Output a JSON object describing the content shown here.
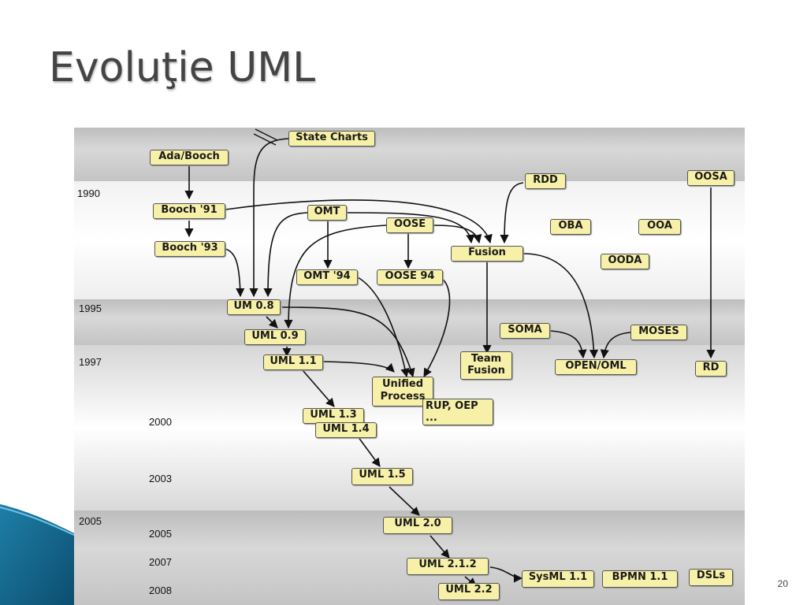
{
  "slide": {
    "title": "Evoluţie UML",
    "number": "20"
  },
  "years": {
    "y1990": "1990",
    "y1995": "1995",
    "y1997": "1997",
    "y2000": "2000",
    "y2003": "2003",
    "y2005a": "2005",
    "y2005b": "2005",
    "y2007": "2007",
    "y2008": "2008"
  },
  "nodes": {
    "state_charts": "State Charts",
    "ada_booch": "Ada/Booch",
    "booch91": "Booch '91",
    "booch93": "Booch '93",
    "omt": "OMT",
    "oose": "OOSE",
    "omt94": "OMT '94",
    "oose94": "OOSE 94",
    "rdd": "RDD",
    "fusion": "Fusion",
    "oba": "OBA",
    "ooa": "OOA",
    "ooda": "OODA",
    "oosa": "OOSA",
    "um08": "UM 0.8",
    "uml09": "UML 0.9",
    "uml11": "UML 1.1",
    "unified_process": "Unified Process",
    "rup_oep": "RUP, OEP ...",
    "soma": "SOMA",
    "moses": "MOSES",
    "team_fusion": "Team Fusion",
    "open_oml": "OPEN/OML",
    "rd": "RD",
    "uml13": "UML 1.3",
    "uml14": "UML 1.4",
    "uml15": "UML 1.5",
    "uml20": "UML 2.0",
    "uml212": "UML 2.1.2",
    "uml22": "UML 2.2",
    "sysml": "SysML 1.1",
    "bpmn": "BPMN 1.1",
    "dsls": "DSLs"
  }
}
